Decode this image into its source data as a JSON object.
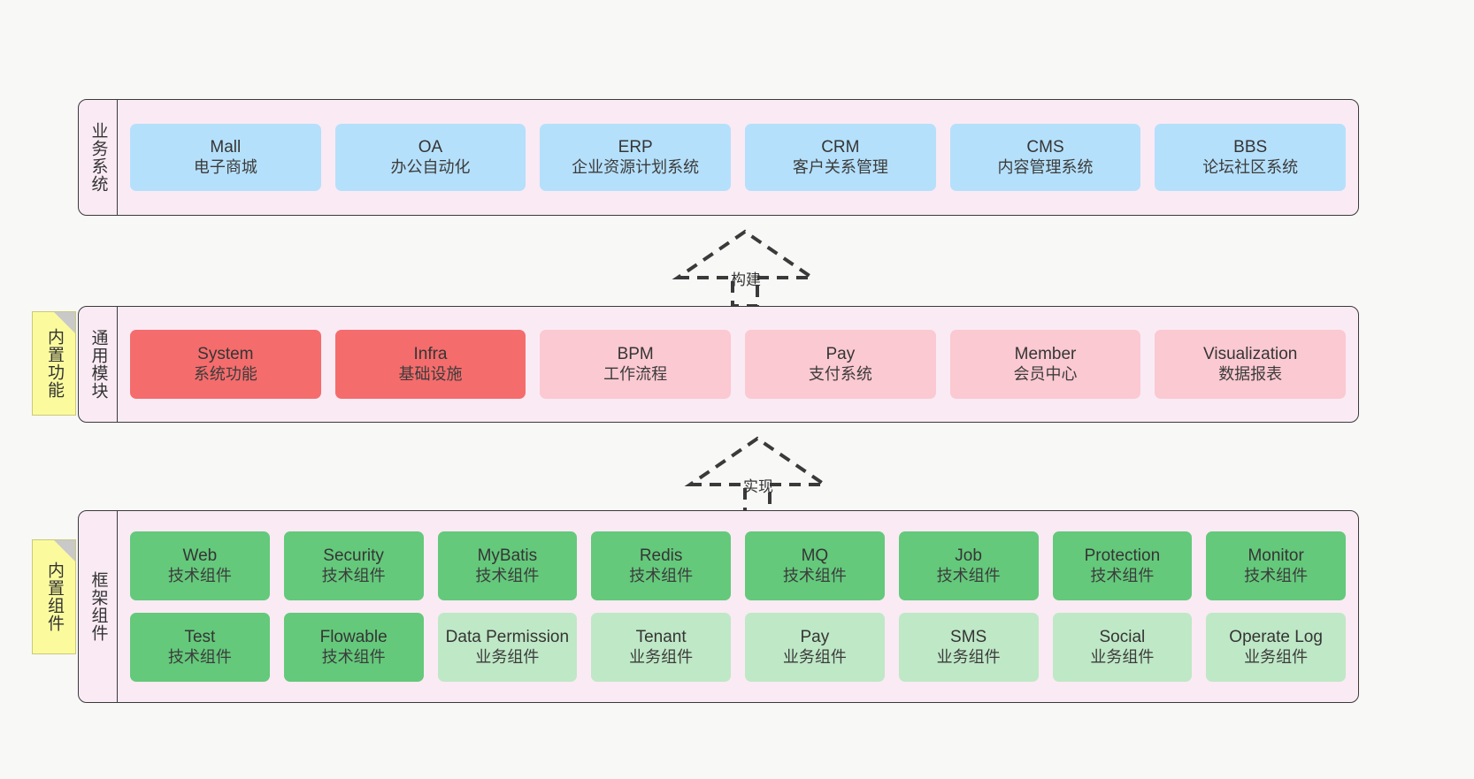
{
  "diagram": {
    "background_color": "#f8f8f7",
    "layer_band_color": "#faeaf4",
    "note_color": "#fbfb9e",
    "colors": {
      "blue": "#b5e0fb",
      "red": "#f56c6c",
      "pink": "#fbc9d1",
      "green": "#64c97b",
      "light_green": "#bfe8c6"
    }
  },
  "layers": [
    {
      "id": "business-system",
      "title": "业务系统",
      "rows": [
        [
          {
            "name": "Mall",
            "desc": "电子商城",
            "color": "blue"
          },
          {
            "name": "OA",
            "desc": "办公自动化",
            "color": "blue"
          },
          {
            "name": "ERP",
            "desc": "企业资源计划系统",
            "color": "blue"
          },
          {
            "name": "CRM",
            "desc": "客户关系管理",
            "color": "blue"
          },
          {
            "name": "CMS",
            "desc": "内容管理系统",
            "color": "blue"
          },
          {
            "name": "BBS",
            "desc": "论坛社区系统",
            "color": "blue"
          }
        ]
      ]
    },
    {
      "id": "common-module",
      "title": "通用模块",
      "note": "内置功能",
      "rows": [
        [
          {
            "name": "System",
            "desc": "系统功能",
            "color": "red"
          },
          {
            "name": "Infra",
            "desc": "基础设施",
            "color": "red"
          },
          {
            "name": "BPM",
            "desc": "工作流程",
            "color": "pink"
          },
          {
            "name": "Pay",
            "desc": "支付系统",
            "color": "pink"
          },
          {
            "name": "Member",
            "desc": "会员中心",
            "color": "pink"
          },
          {
            "name": "Visualization",
            "desc": "数据报表",
            "color": "pink"
          }
        ]
      ]
    },
    {
      "id": "framework-component",
      "title": "框架组件",
      "note": "内置组件",
      "rows": [
        [
          {
            "name": "Web",
            "desc": "技术组件",
            "color": "green"
          },
          {
            "name": "Security",
            "desc": "技术组件",
            "color": "green"
          },
          {
            "name": "MyBatis",
            "desc": "技术组件",
            "color": "green"
          },
          {
            "name": "Redis",
            "desc": "技术组件",
            "color": "green"
          },
          {
            "name": "MQ",
            "desc": "技术组件",
            "color": "green"
          },
          {
            "name": "Job",
            "desc": "技术组件",
            "color": "green"
          },
          {
            "name": "Protection",
            "desc": "技术组件",
            "color": "green"
          },
          {
            "name": "Monitor",
            "desc": "技术组件",
            "color": "green"
          }
        ],
        [
          {
            "name": "Test",
            "desc": "技术组件",
            "color": "green"
          },
          {
            "name": "Flowable",
            "desc": "技术组件",
            "color": "green"
          },
          {
            "name": "Data Permission",
            "desc": "业务组件",
            "color": "light_green"
          },
          {
            "name": "Tenant",
            "desc": "业务组件",
            "color": "light_green"
          },
          {
            "name": "Pay",
            "desc": "业务组件",
            "color": "light_green"
          },
          {
            "name": "SMS",
            "desc": "业务组件",
            "color": "light_green"
          },
          {
            "name": "Social",
            "desc": "业务组件",
            "color": "light_green"
          },
          {
            "name": "Operate Log",
            "desc": "业务组件",
            "color": "light_green"
          }
        ]
      ]
    }
  ],
  "arrows": [
    {
      "id": "build",
      "label": "构建",
      "from": "common-module",
      "to": "business-system"
    },
    {
      "id": "implement",
      "label": "实现",
      "from": "framework-component",
      "to": "common-module"
    }
  ]
}
